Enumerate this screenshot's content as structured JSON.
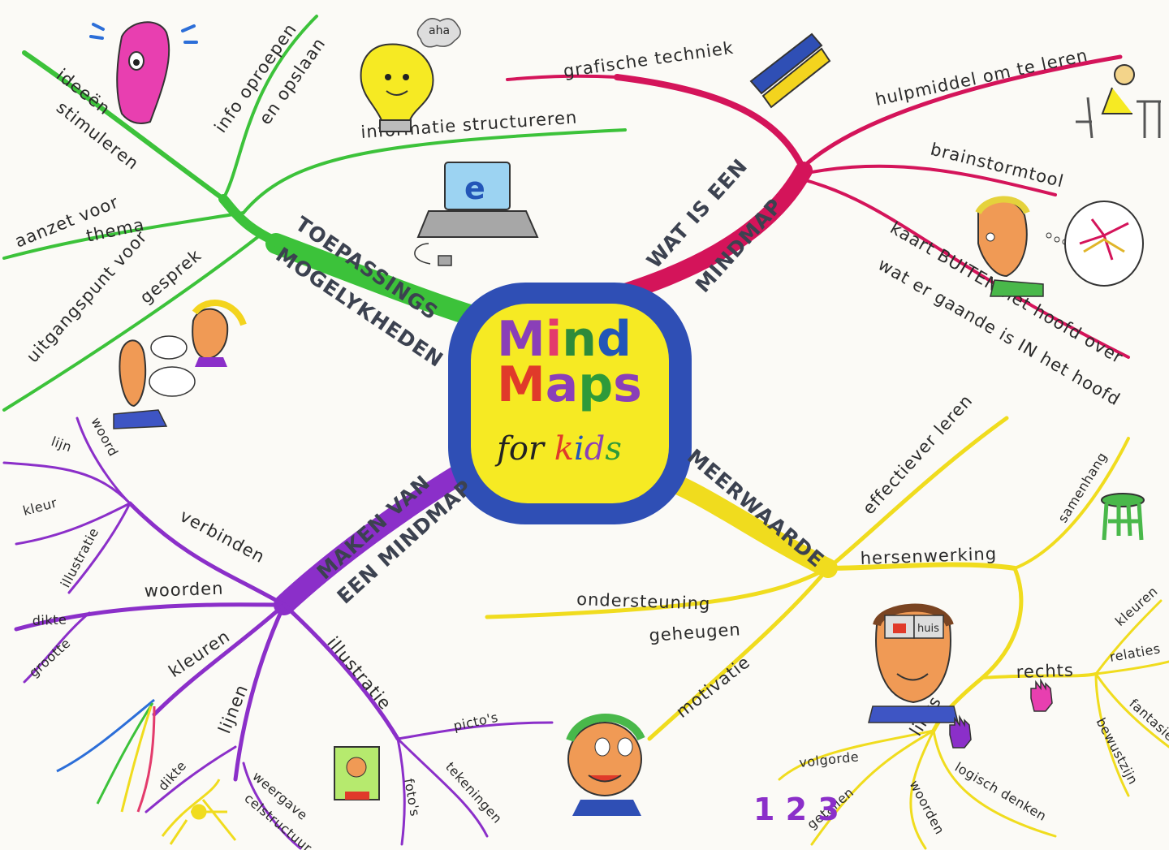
{
  "center": {
    "line1": [
      "M",
      "i",
      "n",
      "d"
    ],
    "line2": [
      "M",
      "a",
      "p",
      "s"
    ],
    "line3": [
      "f",
      "o",
      "r",
      " ",
      "k",
      "i",
      "d",
      "s"
    ],
    "colors": {
      "line1": [
        "#8a3fb8",
        "#e33b6c",
        "#2e8b3a",
        "#2356b8"
      ],
      "line2": [
        "#e03a2a",
        "#8a3fb8",
        "#2e9a3a",
        "#8a3fb8"
      ],
      "line3": [
        "#222",
        "#222",
        "#222",
        "#222",
        "#e03a2a",
        "#2356b8",
        "#8a3fb8",
        "#2e9a3a"
      ]
    }
  },
  "branches": {
    "toepassingen": {
      "title1": "TOEPASSINGS",
      "title2": "MOGELYKHEDEN",
      "color": "#3cc23a",
      "items": {
        "ideeen": "ideeën",
        "stimuleren": "stimuleren",
        "info_oproepen": "info oproepen",
        "en_opslaan": "en opslaan",
        "informatie_structureren": "informatie structureren",
        "aanzet_voor": "aanzet voor",
        "thema": "thema",
        "uitgangspunt_voor": "uitgangspunt voor",
        "gesprek": "gesprek",
        "aha": "aha"
      }
    },
    "wat_is": {
      "title1": "WAT IS EEN",
      "title2": "MINDMAP",
      "color": "#d4145a",
      "items": {
        "grafische_techniek": "grafische techniek",
        "hulpmiddel": "hulpmiddel om te leren",
        "brainstormtool": "brainstormtool",
        "kaart_buiten": "kaart BUITEN het hoofd over",
        "wat_er_gaande": "wat er gaande is IN het hoofd"
      }
    },
    "maken": {
      "title1": "MAKEN VAN",
      "title2": "EEN MINDMAP",
      "color": "#8b2fc9",
      "items": {
        "verbinden": "verbinden",
        "woord": "woord",
        "lijn": "lijn",
        "kleur": "kleur",
        "illustratie_small": "illustratie",
        "woorden": "woorden",
        "dikte1": "dikte",
        "grootte": "grootte",
        "kleuren": "kleuren",
        "lijnen": "lijnen",
        "dikte2": "dikte",
        "weergave": "weergave",
        "celstructuur": "celstructuur",
        "illustratie": "illustratie",
        "pictos": "picto's",
        "tekeningen": "tekeningen",
        "fotos": "foto's"
      }
    },
    "meerwaarde": {
      "title": "MEERWAARDE",
      "color": "#f0dc1e",
      "items": {
        "effectiever_leren": "effectiever leren",
        "hersenwerking": "hersenwerking",
        "samenhang": "samenhang",
        "ondersteuning": "ondersteuning",
        "geheugen": "geheugen",
        "motivatie": "motivatie",
        "rechts": "rechts",
        "kleuren": "kleuren",
        "relaties": "relaties",
        "fantasie": "fantasie",
        "bewustzijn": "bewustzijn",
        "links": "links",
        "volgorde": "volgorde",
        "getallen": "getallen",
        "woorden": "woorden",
        "logisch_denken": "logisch denken",
        "huis": "huis",
        "numbers": "1 2 3"
      }
    }
  },
  "icons": [
    "crying-face-icon",
    "lightbulb-icon",
    "laptop-icon",
    "pencils-icon",
    "person-at-desk-icon",
    "thinking-boy-icon",
    "talking-kids-icon",
    "stool-icon",
    "boy-brain-icon",
    "tongue-boy-icon",
    "hand-icon",
    "neuron-icon",
    "portrait-frame-icon",
    "rainbow-lines-icon"
  ]
}
